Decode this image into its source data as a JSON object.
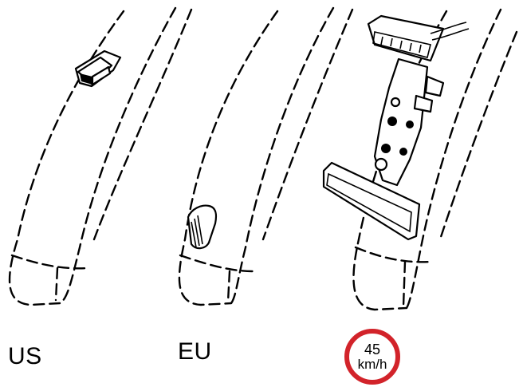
{
  "variants": [
    {
      "label": "US"
    },
    {
      "label": "EU"
    },
    {
      "speed": "45",
      "unit": "km/h",
      "sign_color": "#d2232a"
    }
  ]
}
